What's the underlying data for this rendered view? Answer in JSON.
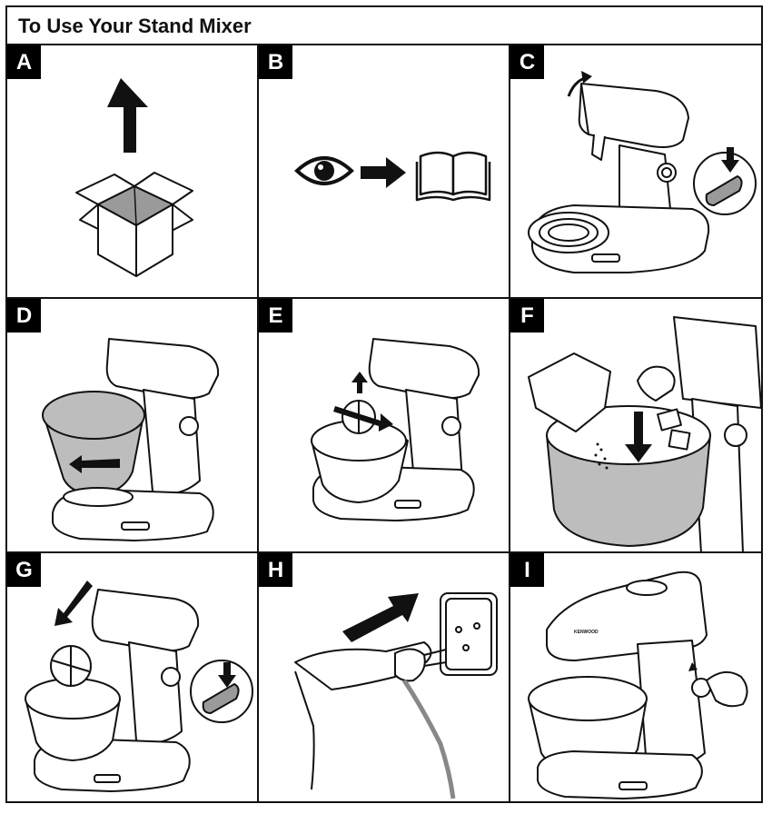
{
  "page": {
    "title": "To Use Your Stand Mixer"
  },
  "steps": [
    {
      "letter": "A",
      "icon": "box-up-arrow-illustration"
    },
    {
      "letter": "B",
      "icon": "eye-arrow-book-illustration"
    },
    {
      "letter": "C",
      "icon": "mixer-head-raise-illustration"
    },
    {
      "letter": "D",
      "icon": "bowl-fit-illustration"
    },
    {
      "letter": "E",
      "icon": "tool-fit-illustration"
    },
    {
      "letter": "F",
      "icon": "add-ingredients-illustration"
    },
    {
      "letter": "G",
      "icon": "head-lower-illustration"
    },
    {
      "letter": "H",
      "icon": "plug-in-illustration"
    },
    {
      "letter": "I",
      "icon": "speed-dial-illustration"
    }
  ],
  "brand_mark": "KENWOOD",
  "colors": {
    "line": "#111111",
    "fill_gray": "#9a9a9a",
    "bowl_gray": "#bdbdbd"
  }
}
